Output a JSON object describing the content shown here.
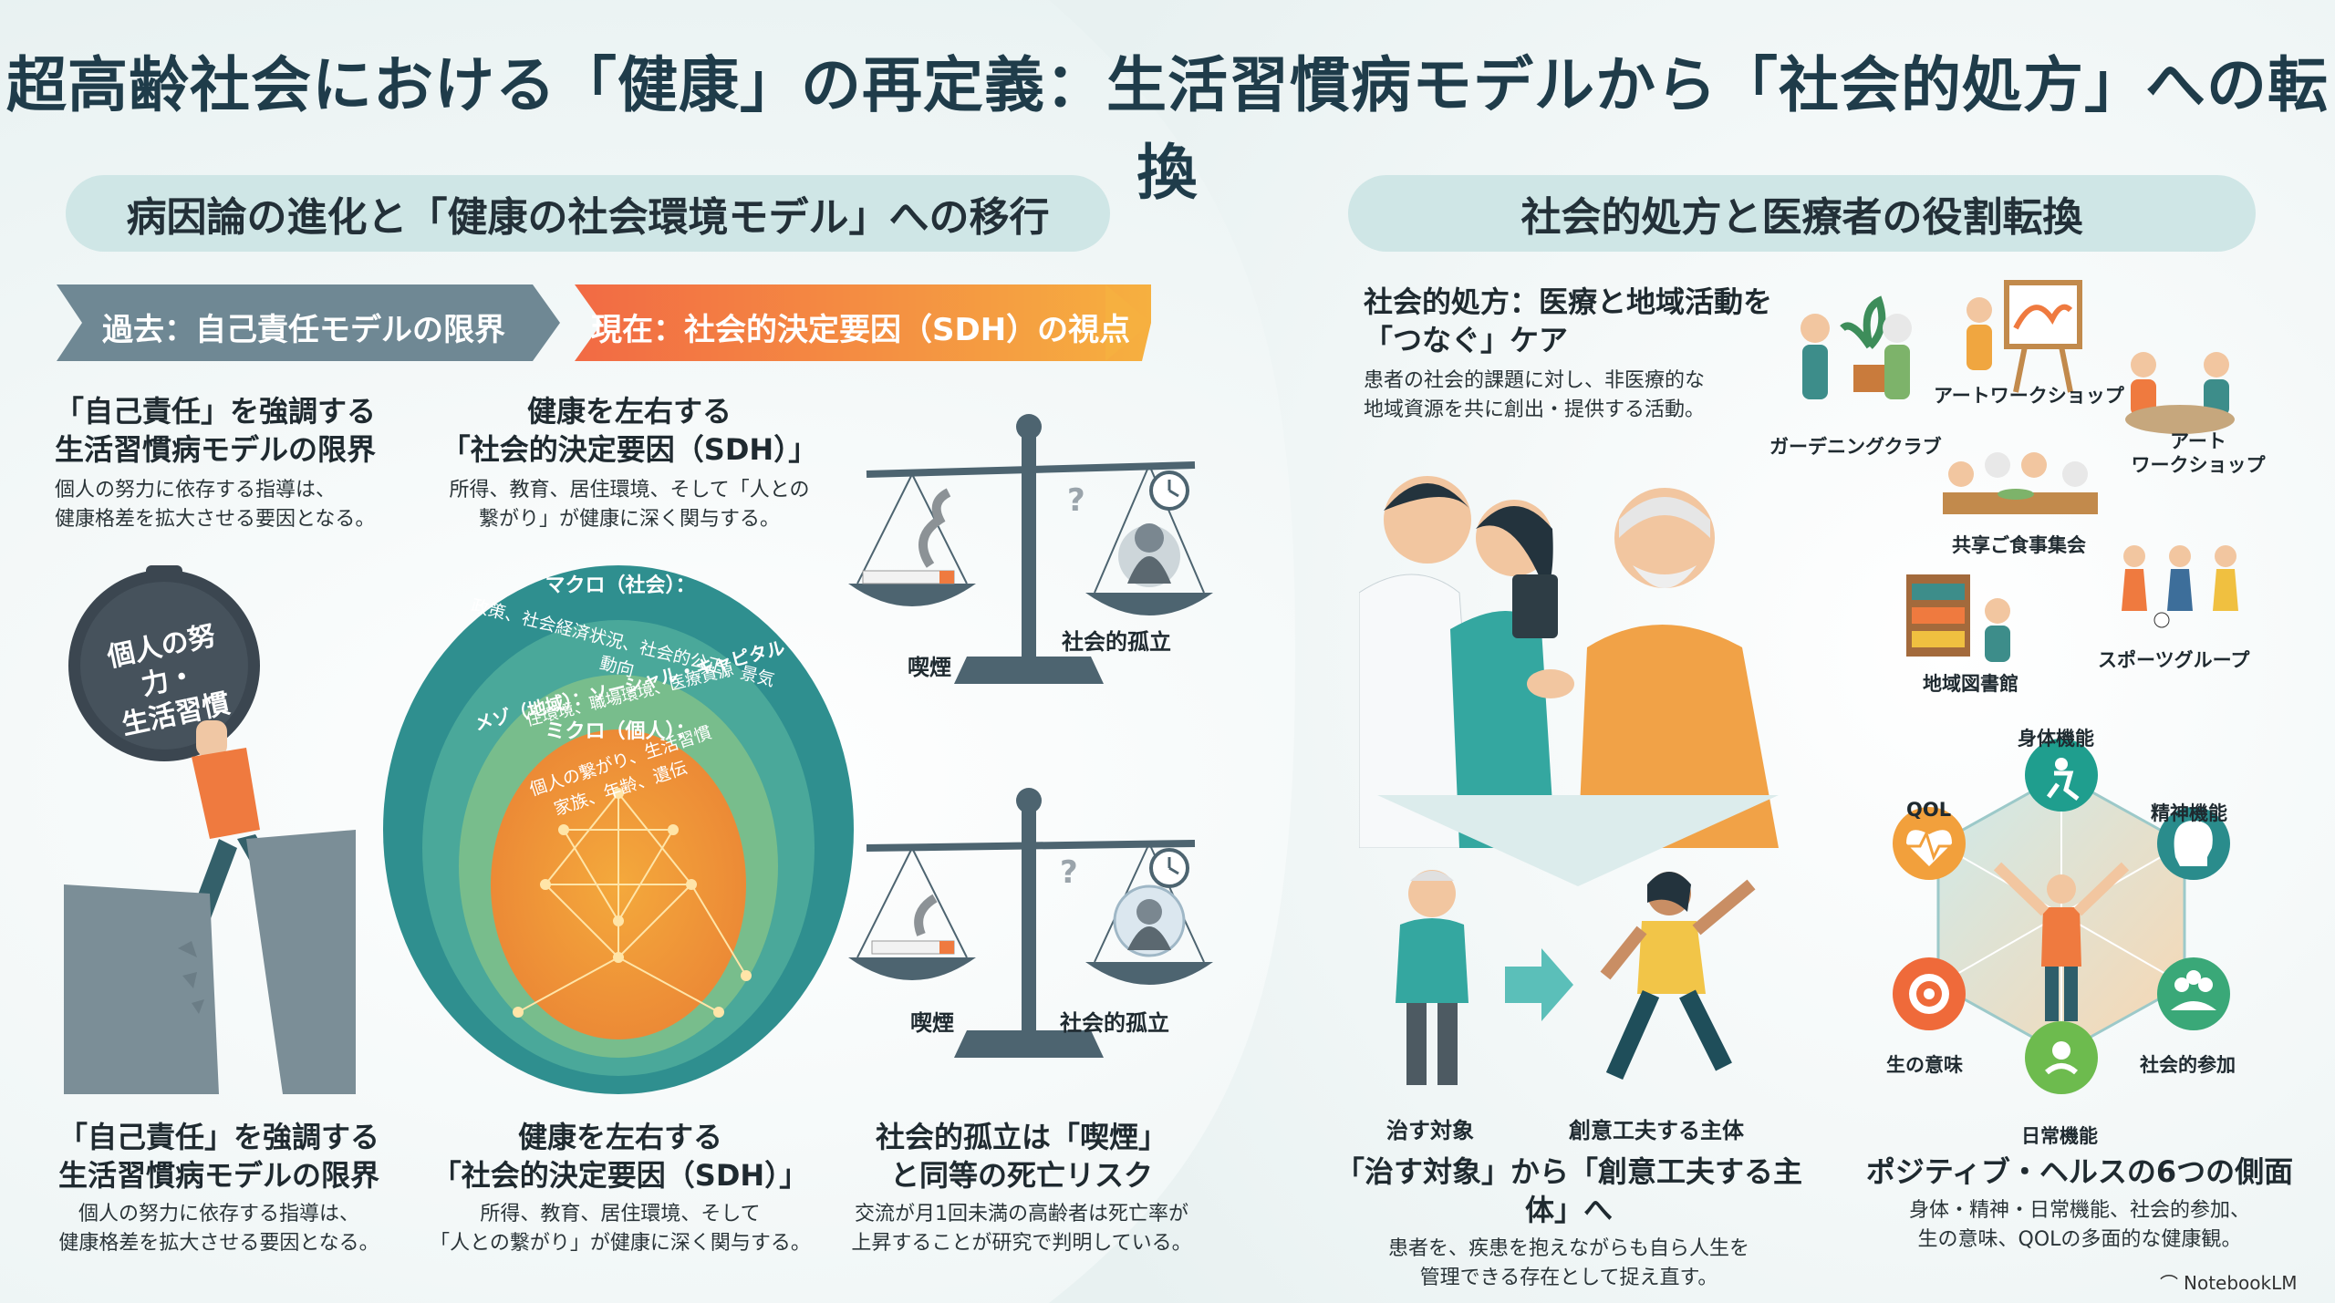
{
  "title": "超高齢社会における「健康」の再定義：生活習慣病モデルから「社会的処方」への転換",
  "left": {
    "pill": "病因論の進化と「健康の社会環境モデル」への移行",
    "past_arrow": "過去：自己責任モデルの限界",
    "present_arrow": "現在：社会的決定要因（SDH）の視点",
    "col1_top_heading_1": "「自己責任」を強調する",
    "col1_top_heading_2": "生活習慣病モデルの限界",
    "col1_top_body_1": "個人の努力に依存する指導は、",
    "col1_top_body_2": "健康格差を拡大させる要因となる。",
    "weight_label_1": "個人の努力・",
    "weight_label_2": "生活習慣",
    "col2_top_heading_1": "健康を左右する",
    "col2_top_heading_2": "「社会的決定要因（SDH）」",
    "col2_top_body_1": "所得、教育、居住環境、そして「人との",
    "col2_top_body_2": "繋がり」が健康に深く関与する。",
    "macro_title": "マクロ（社会）：",
    "macro_body": "政策、社会経済状況、社会的公正、景気動向",
    "meso_title": "メゾ（地域）：ソーシャル・キャピタル",
    "meso_body": "住環境、職場環境、医療資源",
    "micro_title": "ミクロ（個人）：",
    "micro_body_1": "個人の繋がり、生活習慣",
    "micro_body_2": "家族、年齢、遺伝",
    "scale1_left": "喫煙",
    "scale1_right": "社会的孤立",
    "scale2_left": "喫煙",
    "scale2_right": "社会的孤立",
    "col1_bot_heading_1": "「自己責任」を強調する",
    "col1_bot_heading_2": "生活習慣病モデルの限界",
    "col1_bot_body_1": "個人の努力に依存する指導は、",
    "col1_bot_body_2": "健康格差を拡大させる要因となる。",
    "col2_bot_heading_1": "健康を左右する",
    "col2_bot_heading_2": "「社会的決定要因（SDH）」",
    "col2_bot_body_1": "所得、教育、居住環境、そして",
    "col2_bot_body_2": "「人との繋がり」が健康に深く関与する。",
    "col3_bot_heading_1": "社会的孤立は「喫煙」",
    "col3_bot_heading_2": "と同等の死亡リスク",
    "col3_bot_body_1": "交流が月1回未満の高齢者は死亡率が",
    "col3_bot_body_2": "上昇することが研究で判明している。"
  },
  "right": {
    "pill": "社会的処方と医療者の役割転換",
    "sp_heading_1": "社会的処方：医療と地域活動を",
    "sp_heading_2": "「つなぐ」ケア",
    "sp_body_1": "患者の社会的課題に対し、非医療的な",
    "sp_body_2": "地域資源を共に創出・提供する活動。",
    "activities": [
      "ガーデニングクラブ",
      "アートワークショップ",
      "アート",
      "ワークショップ",
      "共享ご食事集会",
      "地域図書館",
      "スポーツグループ"
    ],
    "treat_label": "治す対象",
    "agent_label": "創意工夫する主体",
    "shift_heading": "「治す対象」から「創意工夫する主体」へ",
    "shift_body_1": "患者を、疾患を抱えながらも自ら人生を",
    "shift_body_2": "管理できる存在として捉え直す。",
    "hex_labels": [
      "身体機能",
      "精神機能",
      "社会的参加",
      "日常機能",
      "生の意味",
      "QOL"
    ],
    "ph_heading": "ポジティブ・ヘルスの6つの側面",
    "ph_body_1": "身体・精神・日常機能、社会的参加、",
    "ph_body_2": "生の意味、QOLの多面的な健康観。"
  },
  "footer": {
    "brand": "NotebookLM"
  },
  "colors": {
    "teal": "#2a8c8c",
    "orange": "#f28b3c",
    "navy": "#1f3c4a",
    "slate": "#5d7480"
  }
}
